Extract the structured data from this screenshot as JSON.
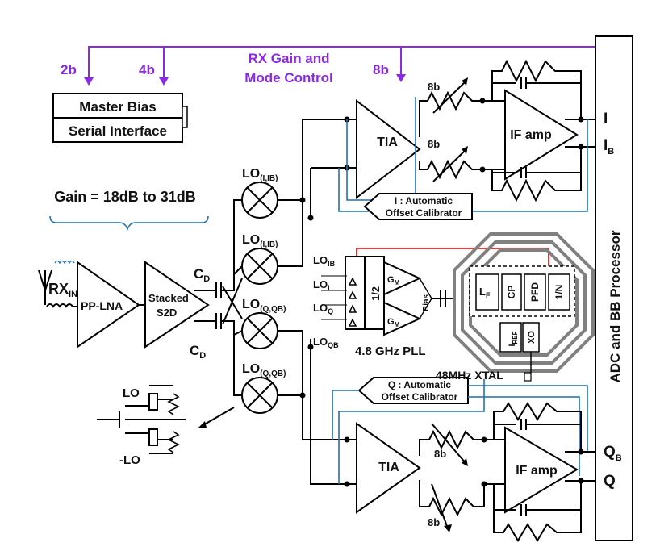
{
  "top_bus": {
    "title_line1": "RX Gain and",
    "title_line2": "Mode Control",
    "bits_a": "2b",
    "bits_b": "4b",
    "bits_c": "8b"
  },
  "bias_box": {
    "line1": "Master Bias",
    "line2": "Serial Interface"
  },
  "gain_label": "Gain = 18dB to 31dB",
  "front_end": {
    "rx_main": "RX",
    "rx_sub": "IN",
    "lna": "PP-LNA",
    "s2d_line1": "Stacked",
    "s2d_line2": "S2D",
    "cap_main": "C",
    "cap_sub": "D"
  },
  "mixers": {
    "lo_main": "LO",
    "lo_i_sub": "(I,IB)",
    "lo_q_sub": "(Q,QB)"
  },
  "i_path": {
    "tia": "TIA",
    "if_amp": "IF amp",
    "bits": "8b",
    "cal_line1": "I : Automatic",
    "cal_line2": "Offset Calibrator",
    "out_main": "I",
    "outb_main": "I",
    "outb_sub": "B"
  },
  "q_path": {
    "tia": "TIA",
    "if_amp": "IF amp",
    "bits": "8b",
    "cal_line1": "Q : Automatic",
    "cal_line2": "Offset Calibrator",
    "outb_main": "Q",
    "outb_sub": "B",
    "out_main": "Q"
  },
  "pll": {
    "title": "4.8 GHz PLL",
    "lo_ib_main": "LO",
    "lo_ib_sub": "IB",
    "lo_i_main": "LO",
    "lo_i_sub": "I",
    "lo_q_main": "LO",
    "lo_q_sub": "Q",
    "lo_qb_main": "LO",
    "lo_qb_sub": "QB",
    "div2": "1/2",
    "gm": "G",
    "gm_sub": "M",
    "bias": "Bias",
    "lf_main": "L",
    "lf_sub": "F",
    "cp": "CP",
    "pfd": "PFD",
    "div_n": "1/N",
    "iref_main": "I",
    "iref_sub": "REF",
    "xo": "XO",
    "xtal": "48MHz XTAL"
  },
  "lo_driver": {
    "lo": "LO",
    "lo_neg": "-LO"
  },
  "processor": "ADC and BB Processor",
  "colors": {
    "purple": "#8a2be2",
    "blue": "#1f6fb2",
    "red": "#e00000",
    "gray": "#808080"
  }
}
